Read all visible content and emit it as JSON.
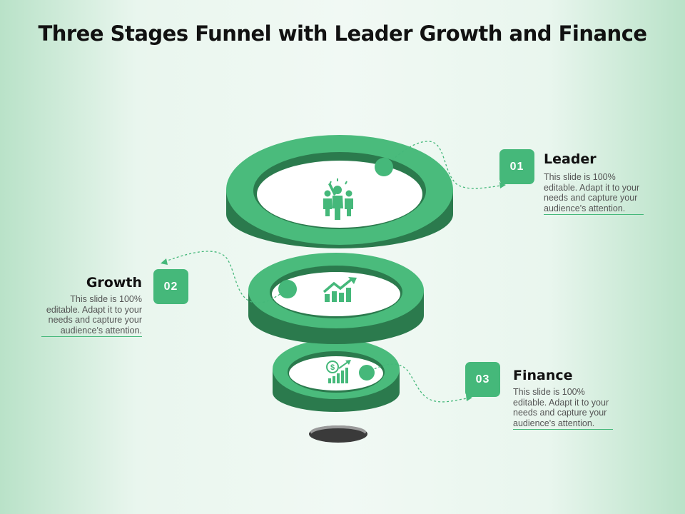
{
  "title": "Three Stages Funnel with Leader Growth and Finance",
  "colors": {
    "accent": "#45b87a",
    "ring_top": "#4abb7c",
    "ring_side": "#2b7a4d",
    "inner": "#ffffff",
    "hole": "#4a4a4a"
  },
  "stages": [
    {
      "number": "01",
      "title": "Leader",
      "description": "This slide is 100% editable. Adapt it to your needs and capture your audience's attention.",
      "icon": "leader-group-icon"
    },
    {
      "number": "02",
      "title": "Growth",
      "description": "This slide is 100% editable. Adapt it to your needs and capture your audience's attention.",
      "icon": "growth-chart-icon"
    },
    {
      "number": "03",
      "title": "Finance",
      "description": "This slide is 100% editable. Adapt it to your needs and capture your audience's attention.",
      "icon": "finance-chart-icon"
    }
  ]
}
